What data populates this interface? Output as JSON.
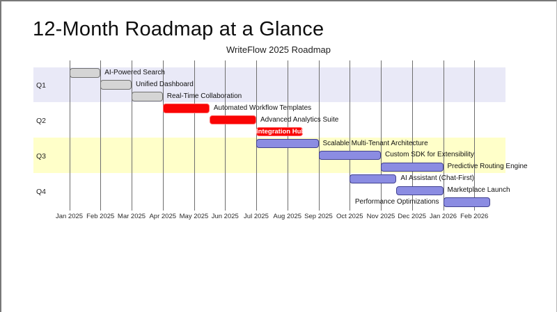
{
  "page": {
    "title": "12-Month Roadmap at a Glance"
  },
  "chart_data": {
    "type": "gantt",
    "title": "WriteFlow 2025 Roadmap",
    "x_axis_unit": "months, index 0 = Jan 2025",
    "gridlines": true,
    "x_tick_labels": [
      "Jan 2025",
      "Feb 2025",
      "Mar 2025",
      "Apr 2025",
      "May 2025",
      "Jun 2025",
      "Jul 2025",
      "Aug 2025",
      "Sep 2025",
      "Oct 2025",
      "Nov 2025",
      "Dec 2025",
      "Jan 2026",
      "Feb 2026"
    ],
    "quarters": [
      {
        "label": "Q1",
        "band_color": "#e9e9f7"
      },
      {
        "label": "Q2",
        "band_color": "#ffffff"
      },
      {
        "label": "Q3",
        "band_color": "#ffffc9"
      },
      {
        "label": "Q4",
        "band_color": "#ffffff"
      }
    ],
    "bar_styles": {
      "gray": {
        "fill": "#d5d5d5",
        "border": "#707070"
      },
      "red": {
        "fill": "#fa0505",
        "border": "#ff6262"
      },
      "purple": {
        "fill": "#8b8ce2",
        "border": "#41418f"
      }
    },
    "tasks": [
      {
        "name": "AI-Powered Search",
        "quarter": "Q1",
        "style": "gray",
        "start": 0,
        "end": 1,
        "label_pos": "right"
      },
      {
        "name": "Unified Dashboard",
        "quarter": "Q1",
        "style": "gray",
        "start": 1,
        "end": 2,
        "label_pos": "right"
      },
      {
        "name": "Real-Time Collaboration",
        "quarter": "Q1",
        "style": "gray",
        "start": 2,
        "end": 3,
        "label_pos": "right"
      },
      {
        "name": "Automated Workflow Templates",
        "quarter": "Q2",
        "style": "red",
        "start": 3,
        "end": 4.5,
        "label_pos": "right"
      },
      {
        "name": "Advanced Analytics Suite",
        "quarter": "Q2",
        "style": "red",
        "start": 4.5,
        "end": 6,
        "label_pos": "right"
      },
      {
        "name": "Integration Hub",
        "quarter": "Q2",
        "style": "red",
        "start": 6,
        "end": 7.5,
        "label_pos": "inside"
      },
      {
        "name": "Scalable Multi-Tenant Architecture",
        "quarter": "Q3",
        "style": "purple",
        "start": 6,
        "end": 8,
        "label_pos": "right"
      },
      {
        "name": "Custom SDK for Extensibility",
        "quarter": "Q3",
        "style": "purple",
        "start": 8,
        "end": 10,
        "label_pos": "right"
      },
      {
        "name": "Predictive Routing Engine",
        "quarter": "Q3",
        "style": "purple",
        "start": 10,
        "end": 12,
        "label_pos": "right"
      },
      {
        "name": "AI Assistant (Chat-First)",
        "quarter": "Q4",
        "style": "purple",
        "start": 9,
        "end": 10.5,
        "label_pos": "right"
      },
      {
        "name": "Marketplace Launch",
        "quarter": "Q4",
        "style": "purple",
        "start": 10.5,
        "end": 12,
        "label_pos": "right"
      },
      {
        "name": "Performance Optimizations",
        "quarter": "Q4",
        "style": "purple",
        "start": 12,
        "end": 13.5,
        "label_pos": "left"
      }
    ]
  }
}
